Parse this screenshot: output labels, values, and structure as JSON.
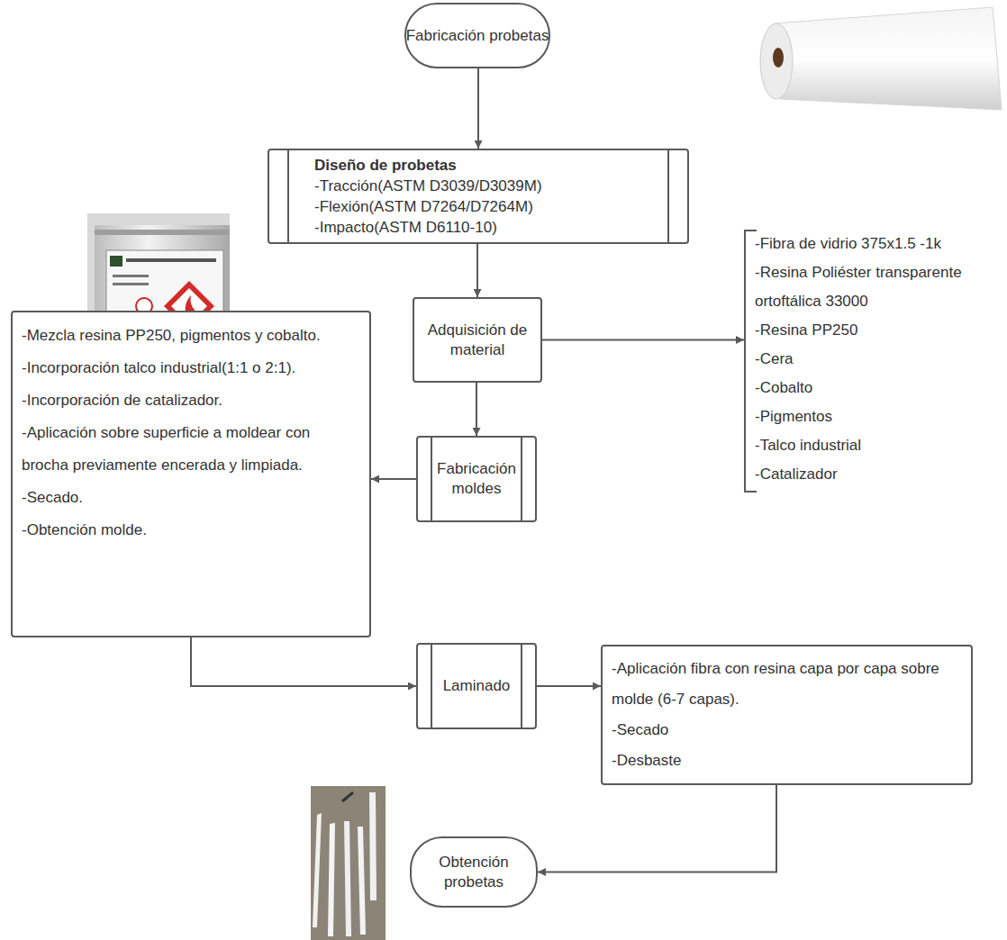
{
  "diagram": {
    "nodes": [
      {
        "text": [
          "Fabricación probetas"
        ]
      },
      {
        "text": [
          "Diseño de probetas",
          "-Tracción(ASTM D3039/D3039M)",
          "-Flexión(ASTM D7264/D7264M)",
          "-Impacto(ASTM D6110-10)"
        ]
      },
      {
        "text": [
          "Adquisición de material"
        ]
      },
      {
        "text": [
          "-Fibra de vidrio 375x1.5 -1k",
          "-Resina Poliéster transparente ortoftálica 33000",
          "-Resina PP250",
          "-Cera",
          "-Cobalto",
          "-Pigmentos",
          "-Talco industrial",
          "-Catalizador"
        ]
      },
      {
        "text": [
          "Fabricación moldes"
        ]
      },
      {
        "text": [
          "-Mezcla resina PP250, pigmentos y cobalto.",
          "-Incorporación talco industrial(1:1 o 2:1).",
          "-Incorporación de catalizador.",
          "-Aplicación sobre superficie a moldear con brocha previamente encerada y limpiada.",
          "-Secado.",
          "-Obtención molde."
        ]
      },
      {
        "text": [
          "Laminado"
        ]
      },
      {
        "text": [
          "-Aplicación fibra con resina capa por capa sobre molde (6-7 capas).",
          "-Secado",
          "-Desbaste"
        ]
      },
      {
        "text": [
          "Obtención probetas"
        ]
      }
    ],
    "edges": [
      {
        "from": 0,
        "to": 1,
        "arrow": "to"
      },
      {
        "from": 1,
        "to": 2,
        "arrow": "to"
      },
      {
        "from": 2,
        "to": 3,
        "arrow": "to"
      },
      {
        "from": 2,
        "to": 4,
        "arrow": "to"
      },
      {
        "from": 4,
        "to": 5,
        "arrow": "to"
      },
      {
        "from": 5,
        "to": 6,
        "arrow": "to"
      },
      {
        "from": 6,
        "to": 7,
        "arrow": "to"
      },
      {
        "from": 7,
        "to": 8,
        "arrow": "to"
      }
    ]
  }
}
